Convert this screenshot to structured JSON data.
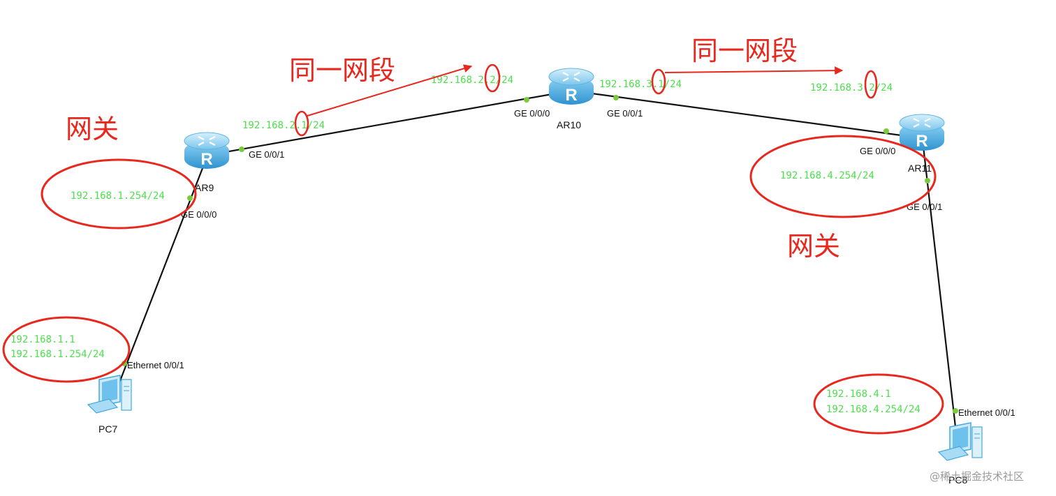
{
  "colors": {
    "link": "#111111",
    "port_dot": "#7ACB3C",
    "ip_text": "#4CE04C",
    "annotation": "#E8281E",
    "router_body": "#3FA9E0"
  },
  "devices": {
    "ar9": {
      "label": "AR9",
      "icon": "router-icon"
    },
    "ar10": {
      "label": "AR10",
      "icon": "router-icon"
    },
    "ar11": {
      "label": "AR11",
      "icon": "router-icon"
    },
    "pc7": {
      "label": "PC7",
      "icon": "pc-icon"
    },
    "pc8": {
      "label": "PC8",
      "icon": "pc-icon"
    }
  },
  "ports": {
    "ar9_ge001": "GE 0/0/1",
    "ar9_ge000": "GE 0/0/0",
    "ar10_ge000": "GE 0/0/0",
    "ar10_ge001": "GE 0/0/1",
    "ar11_ge000": "GE 0/0/0",
    "ar11_ge001": "GE 0/0/1",
    "pc7_eth": "Ethernet 0/0/1",
    "pc8_eth": "Ethernet 0/0/1"
  },
  "ips": {
    "ar9_ge001": "192.168.2.1/24",
    "ar10_ge000": "192.168.2.2/24",
    "ar10_ge001": "192.168.3.1/24",
    "ar11_ge000": "192.168.3.2/24",
    "ar9_ge000": "192.168.1.254/24",
    "ar11_ge001": "192.168.4.254/24",
    "pc7_ip": "192.168.1.1",
    "pc7_gw": "192.168.1.254/24",
    "pc8_ip": "192.168.4.1",
    "pc8_gw": "192.168.4.254/24"
  },
  "annotations": {
    "same_segment_left": "同一网段",
    "same_segment_right": "同一网段",
    "gateway_left": "网关",
    "gateway_right": "网关"
  },
  "watermark": "@稀土掘金技术社区"
}
